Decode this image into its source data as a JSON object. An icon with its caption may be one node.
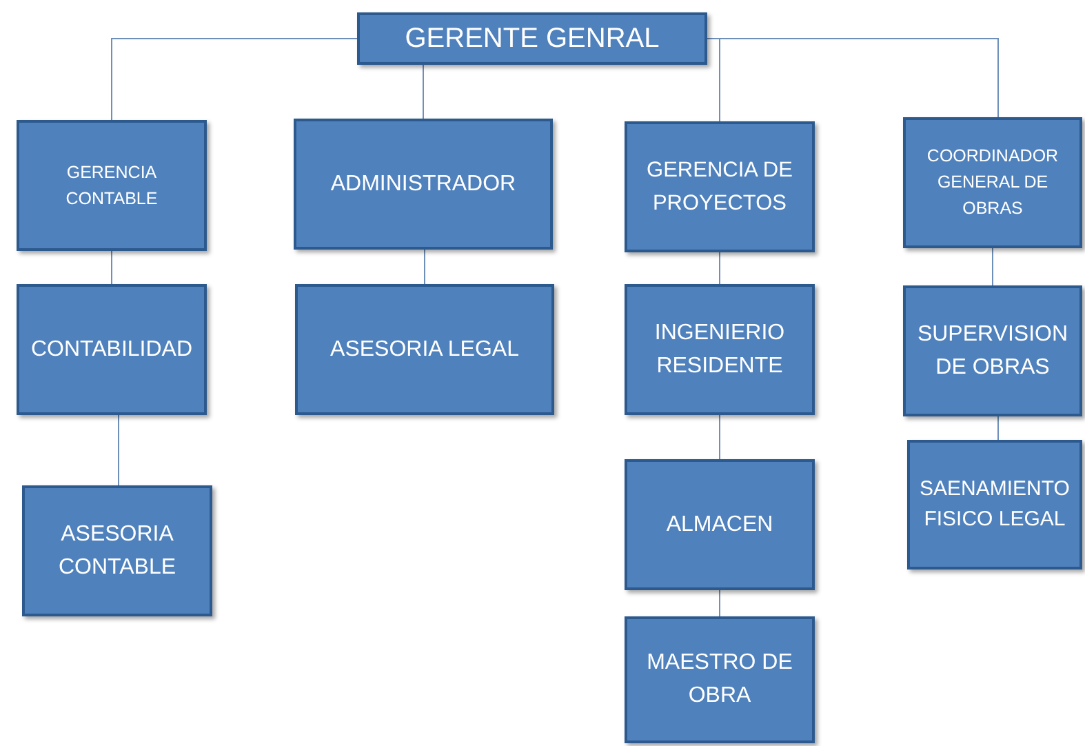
{
  "diagram": {
    "nodes": [
      {
        "text": [
          "GERENTE GENRAL"
        ]
      },
      {
        "text": [
          "GERENCIA CONTABLE"
        ]
      },
      {
        "text": [
          "ADMINISTRADOR"
        ]
      },
      {
        "text": [
          "GERENCIA DE PROYECTOS"
        ]
      },
      {
        "text": [
          "COORDINADOR GENERAL DE OBRAS"
        ]
      },
      {
        "text": [
          "CONTABILIDAD"
        ]
      },
      {
        "text": [
          "ASESORIA LEGAL"
        ]
      },
      {
        "text": [
          "INGENIERIO RESIDENTE"
        ]
      },
      {
        "text": [
          "SUPERVISION DE OBRAS"
        ]
      },
      {
        "text": [
          "ASESORIA CONTABLE"
        ]
      },
      {
        "text": [
          "ALMACEN"
        ]
      },
      {
        "text": [
          "SAENAMIENTO FISICO LEGAL"
        ]
      },
      {
        "text": [
          "MAESTRO DE OBRA"
        ]
      }
    ],
    "edges": [
      {
        "from": 0,
        "to": 1,
        "arrow": "none"
      },
      {
        "from": 0,
        "to": 2,
        "arrow": "none"
      },
      {
        "from": 0,
        "to": 3,
        "arrow": "none"
      },
      {
        "from": 0,
        "to": 4,
        "arrow": "none"
      },
      {
        "from": 1,
        "to": 5,
        "arrow": "none"
      },
      {
        "from": 5,
        "to": 9,
        "arrow": "none"
      },
      {
        "from": 2,
        "to": 6,
        "arrow": "none"
      },
      {
        "from": 3,
        "to": 7,
        "arrow": "none"
      },
      {
        "from": 7,
        "to": 10,
        "arrow": "none"
      },
      {
        "from": 10,
        "to": 12,
        "arrow": "none"
      },
      {
        "from": 4,
        "to": 8,
        "arrow": "none"
      },
      {
        "from": 8,
        "to": 11,
        "arrow": "none"
      }
    ]
  }
}
